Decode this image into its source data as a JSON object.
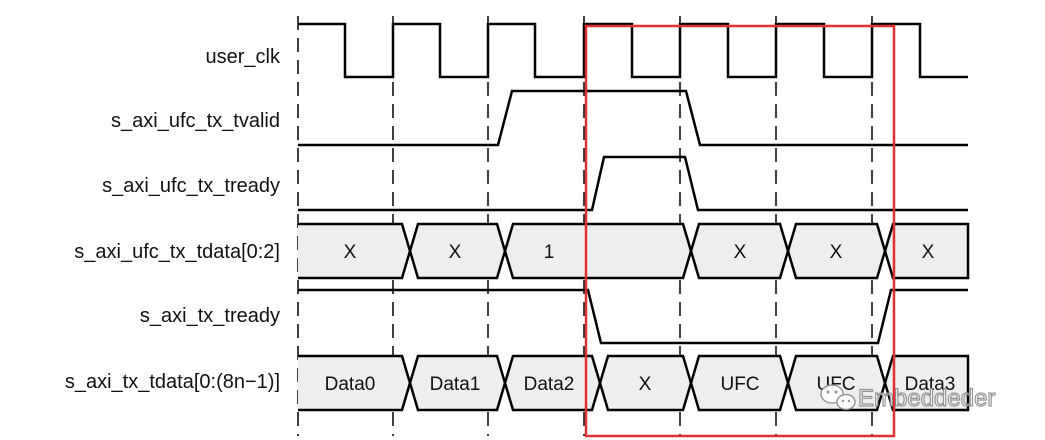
{
  "signals": [
    {
      "name": "user_clk",
      "kind": "clock"
    },
    {
      "name": "s_axi_ufc_tx_tvalid",
      "kind": "wire"
    },
    {
      "name": "s_axi_ufc_tx_tready",
      "kind": "wire"
    },
    {
      "name": "s_axi_ufc_tx_tdata[0:2]",
      "kind": "bus",
      "segments": [
        "X",
        "X",
        "1",
        "",
        "X",
        "X",
        "X"
      ]
    },
    {
      "name": "s_axi_tx_tready",
      "kind": "wire"
    },
    {
      "name": "s_axi_tx_tdata[0:(8n−1)]",
      "kind": "bus",
      "segments": [
        "Data0",
        "Data1",
        "Data2",
        "X",
        "UFC",
        "UFC",
        "Data3"
      ]
    }
  ],
  "highlight": {
    "color": "#e03030"
  },
  "watermark": {
    "text": "Embeddeder",
    "icon": "wechat-icon"
  }
}
